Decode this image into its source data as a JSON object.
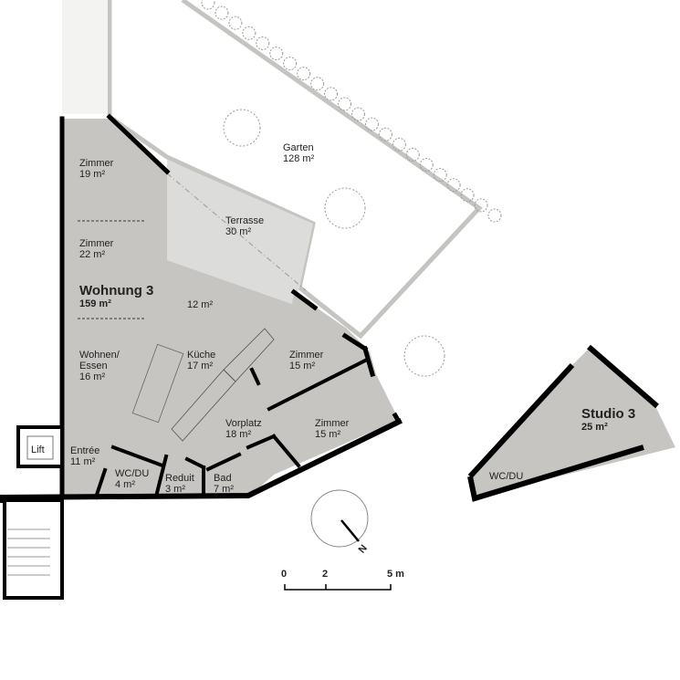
{
  "colors": {
    "interior": "#c6c5c2",
    "terrace": "#dcdcda",
    "wall": "#000000",
    "boundary": "#c4c4c0",
    "tree": "#9a9a9a"
  },
  "apartment": {
    "name": "Wohnung 3",
    "area": "159 m²"
  },
  "studio": {
    "name": "Studio 3",
    "area": "25 m²",
    "room": "WC/DU"
  },
  "rooms": [
    {
      "name": "Zimmer",
      "area": "19 m²"
    },
    {
      "name": "Zimmer",
      "area": "22 m²"
    },
    {
      "name": "",
      "area": "12 m²"
    },
    {
      "name": "Wohnen/",
      "name2": "Essen",
      "area": "16 m²"
    },
    {
      "name": "Küche",
      "area": "17 m²"
    },
    {
      "name": "Zimmer",
      "area": "15 m²"
    },
    {
      "name": "Vorplatz",
      "area": "18 m²"
    },
    {
      "name": "Zimmer",
      "area": "15 m²"
    },
    {
      "name": "Entrée",
      "area": "11 m²"
    },
    {
      "name": "WC/DU",
      "area": "4 m²"
    },
    {
      "name": "Reduit",
      "area": "3 m²"
    },
    {
      "name": "Bad",
      "area": "7 m²"
    }
  ],
  "outdoor": [
    {
      "name": "Garten",
      "area": "128 m²"
    },
    {
      "name": "Terrasse",
      "area": "30 m²"
    }
  ],
  "lift": "Lift",
  "compass": {
    "label": "N"
  },
  "scale": {
    "labels": [
      "0",
      "2",
      "5 m"
    ]
  }
}
